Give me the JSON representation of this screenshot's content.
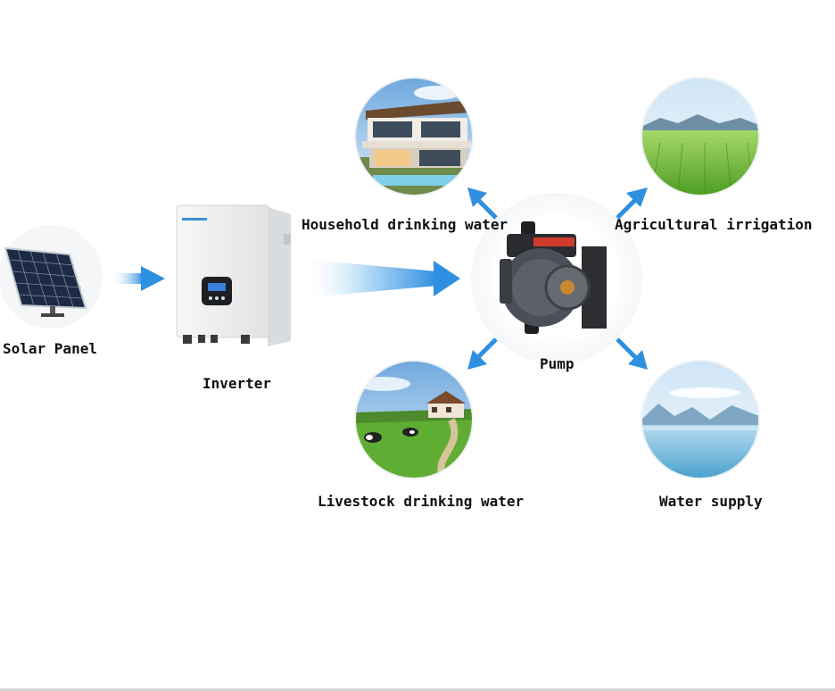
{
  "diagram": {
    "nodes": {
      "solar_panel": "Solar Panel",
      "inverter": "Inverter",
      "pump": "Pump",
      "household": "Household drinking water",
      "agricultural": "Agricultural irrigation",
      "livestock": "Livestock drinking water",
      "water_supply": "Water supply"
    },
    "colors": {
      "arrow": "#2f8fe0",
      "arrow_light": "#b9dcf7",
      "sky": "#7fb6e6",
      "grass": "#6fbf3a",
      "water": "#8ec9e8"
    },
    "icons": [
      "solar-panel-icon",
      "inverter-icon",
      "pump-icon",
      "house-photo",
      "rice-field-photo",
      "farm-photo",
      "lake-photo"
    ]
  }
}
